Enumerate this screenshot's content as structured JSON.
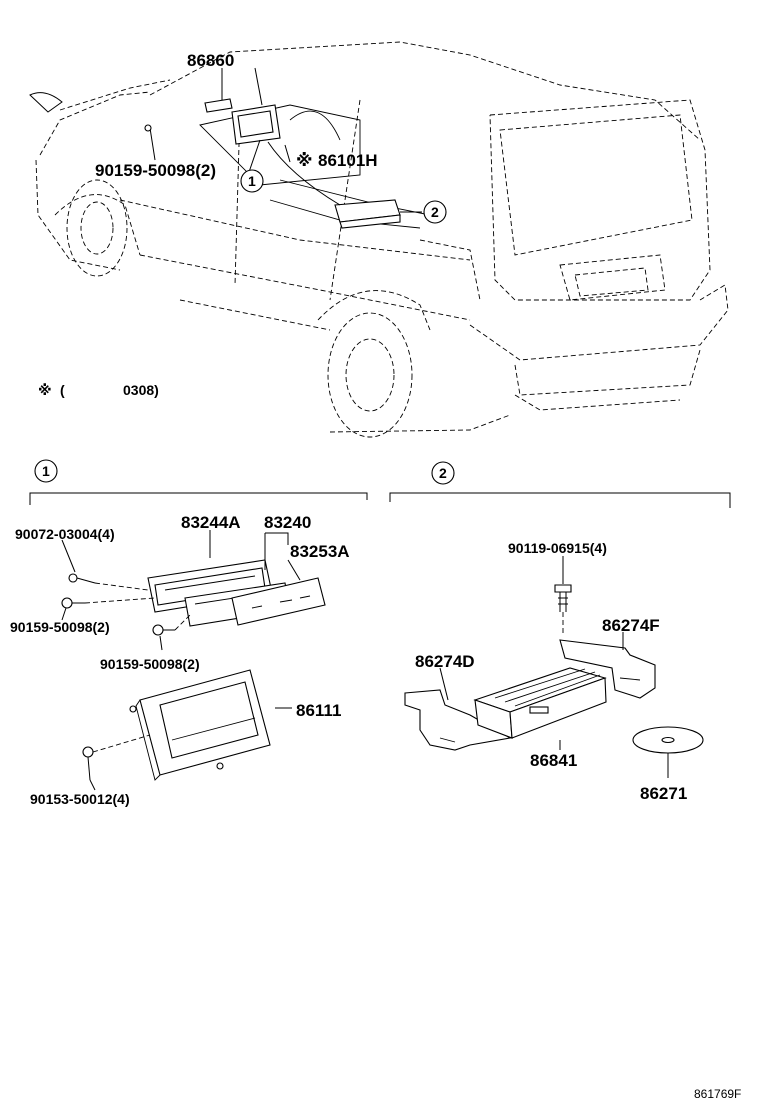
{
  "overview": {
    "callouts": {
      "display": "86860",
      "bolt_left": "90159-50098(2)",
      "harness_mark": "※",
      "harness": "86101H",
      "ref_one": "1",
      "ref_two": "2"
    },
    "note": {
      "mark": "※",
      "paren_open": "(",
      "code": "0308)"
    }
  },
  "group_one": {
    "marker": "1",
    "parts": {
      "screw_top": "90072-03004(4)",
      "panel_a": "83244A",
      "panel_b": "83240",
      "panel_c": "83253A",
      "bolt_a": "90159-50098(2)",
      "bolt_b": "90159-50098(2)",
      "display_unit": "86111",
      "screw_bottom": "90153-50012(4)"
    }
  },
  "group_two": {
    "marker": "2",
    "parts": {
      "bolt": "90119-06915(4)",
      "bracket_right": "86274F",
      "bracket_left": "86274D",
      "nav_unit": "86841",
      "disc": "86271"
    }
  },
  "footer": {
    "diagram_code": "861769F"
  }
}
